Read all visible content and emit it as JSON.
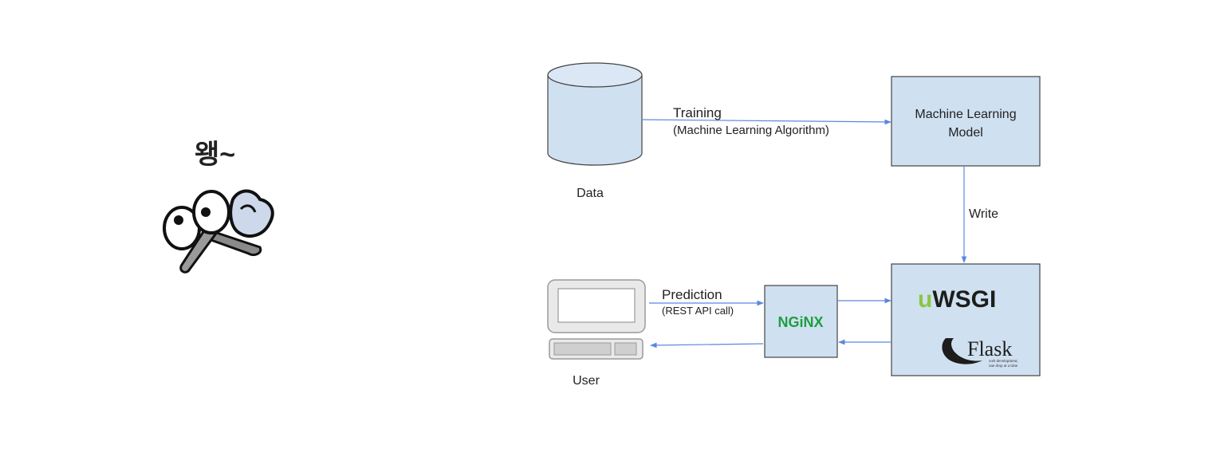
{
  "mascot": {
    "caption": "왱~"
  },
  "nodes": {
    "data": {
      "label": "Data"
    },
    "model": {
      "label_line1": "Machine Learning",
      "label_line2": "Model"
    },
    "user": {
      "label": "User"
    },
    "nginx": {
      "logo_text": "NGiNX"
    },
    "uwsgi": {
      "logo_prefix": "u",
      "logo_text": "WSGI"
    },
    "flask": {
      "logo_text": "Flask",
      "tagline_line1": "web development,",
      "tagline_line2": "one drop at a time"
    }
  },
  "edges": {
    "training": {
      "label": "Training",
      "sublabel": "(Machine Learning Algorithm)"
    },
    "write": {
      "label": "Write"
    },
    "prediction": {
      "label": "Prediction",
      "sublabel": "(REST API call)"
    }
  },
  "colors": {
    "box_fill": "#cfe0f1",
    "arrow": "#5b87e0",
    "nginx_green": "#1f9e3f",
    "uwsgi_green": "#8cc63f"
  }
}
